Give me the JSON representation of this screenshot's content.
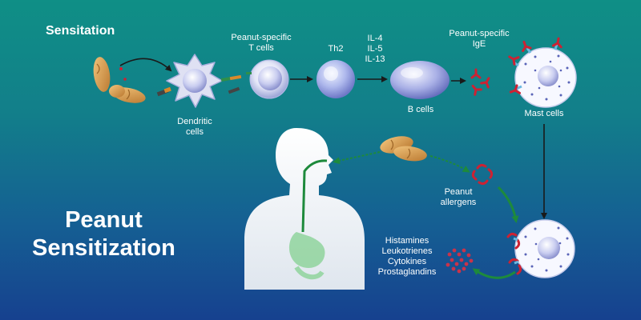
{
  "labels": {
    "sensitation": "Sensitation",
    "peanut_t_cells_1": "Peanut-specific",
    "peanut_t_cells_2": "T cells",
    "th2": "Th2",
    "il4": "IL-4",
    "il5": "IL-5",
    "il13": "IL-13",
    "peanut_ige_1": "Peanut-specific",
    "peanut_ige_2": "IgE",
    "dendritic_1": "Dendritic",
    "dendritic_2": "cells",
    "b_cells": "B cells",
    "mast_cells": "Mast cells",
    "allergens_1": "Peanut",
    "allergens_2": "allergens",
    "big_title_1": "Peanut",
    "big_title_2": "Sensitization"
  },
  "mediators": [
    "Histamines",
    "Leukotrienes",
    "Cytokines",
    "Prostaglandins"
  ],
  "colors": {
    "background_top": "#0f8f86",
    "background_bottom": "#16418f",
    "arrow": "#1a1a1a",
    "green_pathway": "#1e8a3c",
    "ige_red": "#cc2233",
    "peanut": "#d9a24f"
  }
}
